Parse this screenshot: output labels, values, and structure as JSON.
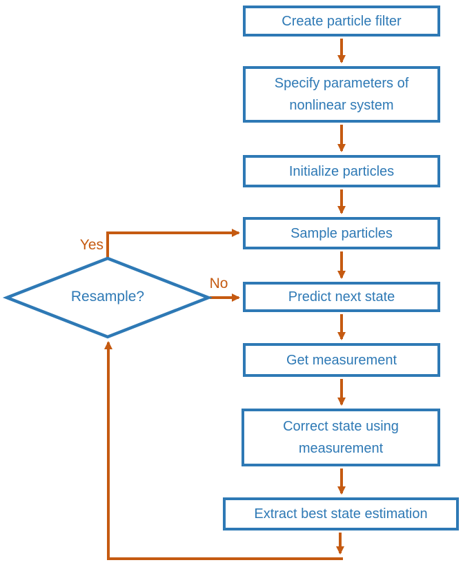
{
  "flow": {
    "nodes": [
      {
        "label": "Create particle filter"
      },
      {
        "label": "Specify parameters of\nnonlinear system"
      },
      {
        "label": "Initialize particles"
      },
      {
        "label": "Sample particles"
      },
      {
        "label": "Predict next state"
      },
      {
        "label": "Get measurement"
      },
      {
        "label": "Correct state using\nmeasurement"
      },
      {
        "label": "Extract best state estimation"
      }
    ],
    "decision": {
      "label": "Resample?",
      "yes_label": "Yes",
      "no_label": "No"
    },
    "colors": {
      "shape_border": "#2E79B5",
      "shape_text": "#2E79B5",
      "arrow": "#C55A11",
      "background": "#FFFFFF"
    }
  }
}
